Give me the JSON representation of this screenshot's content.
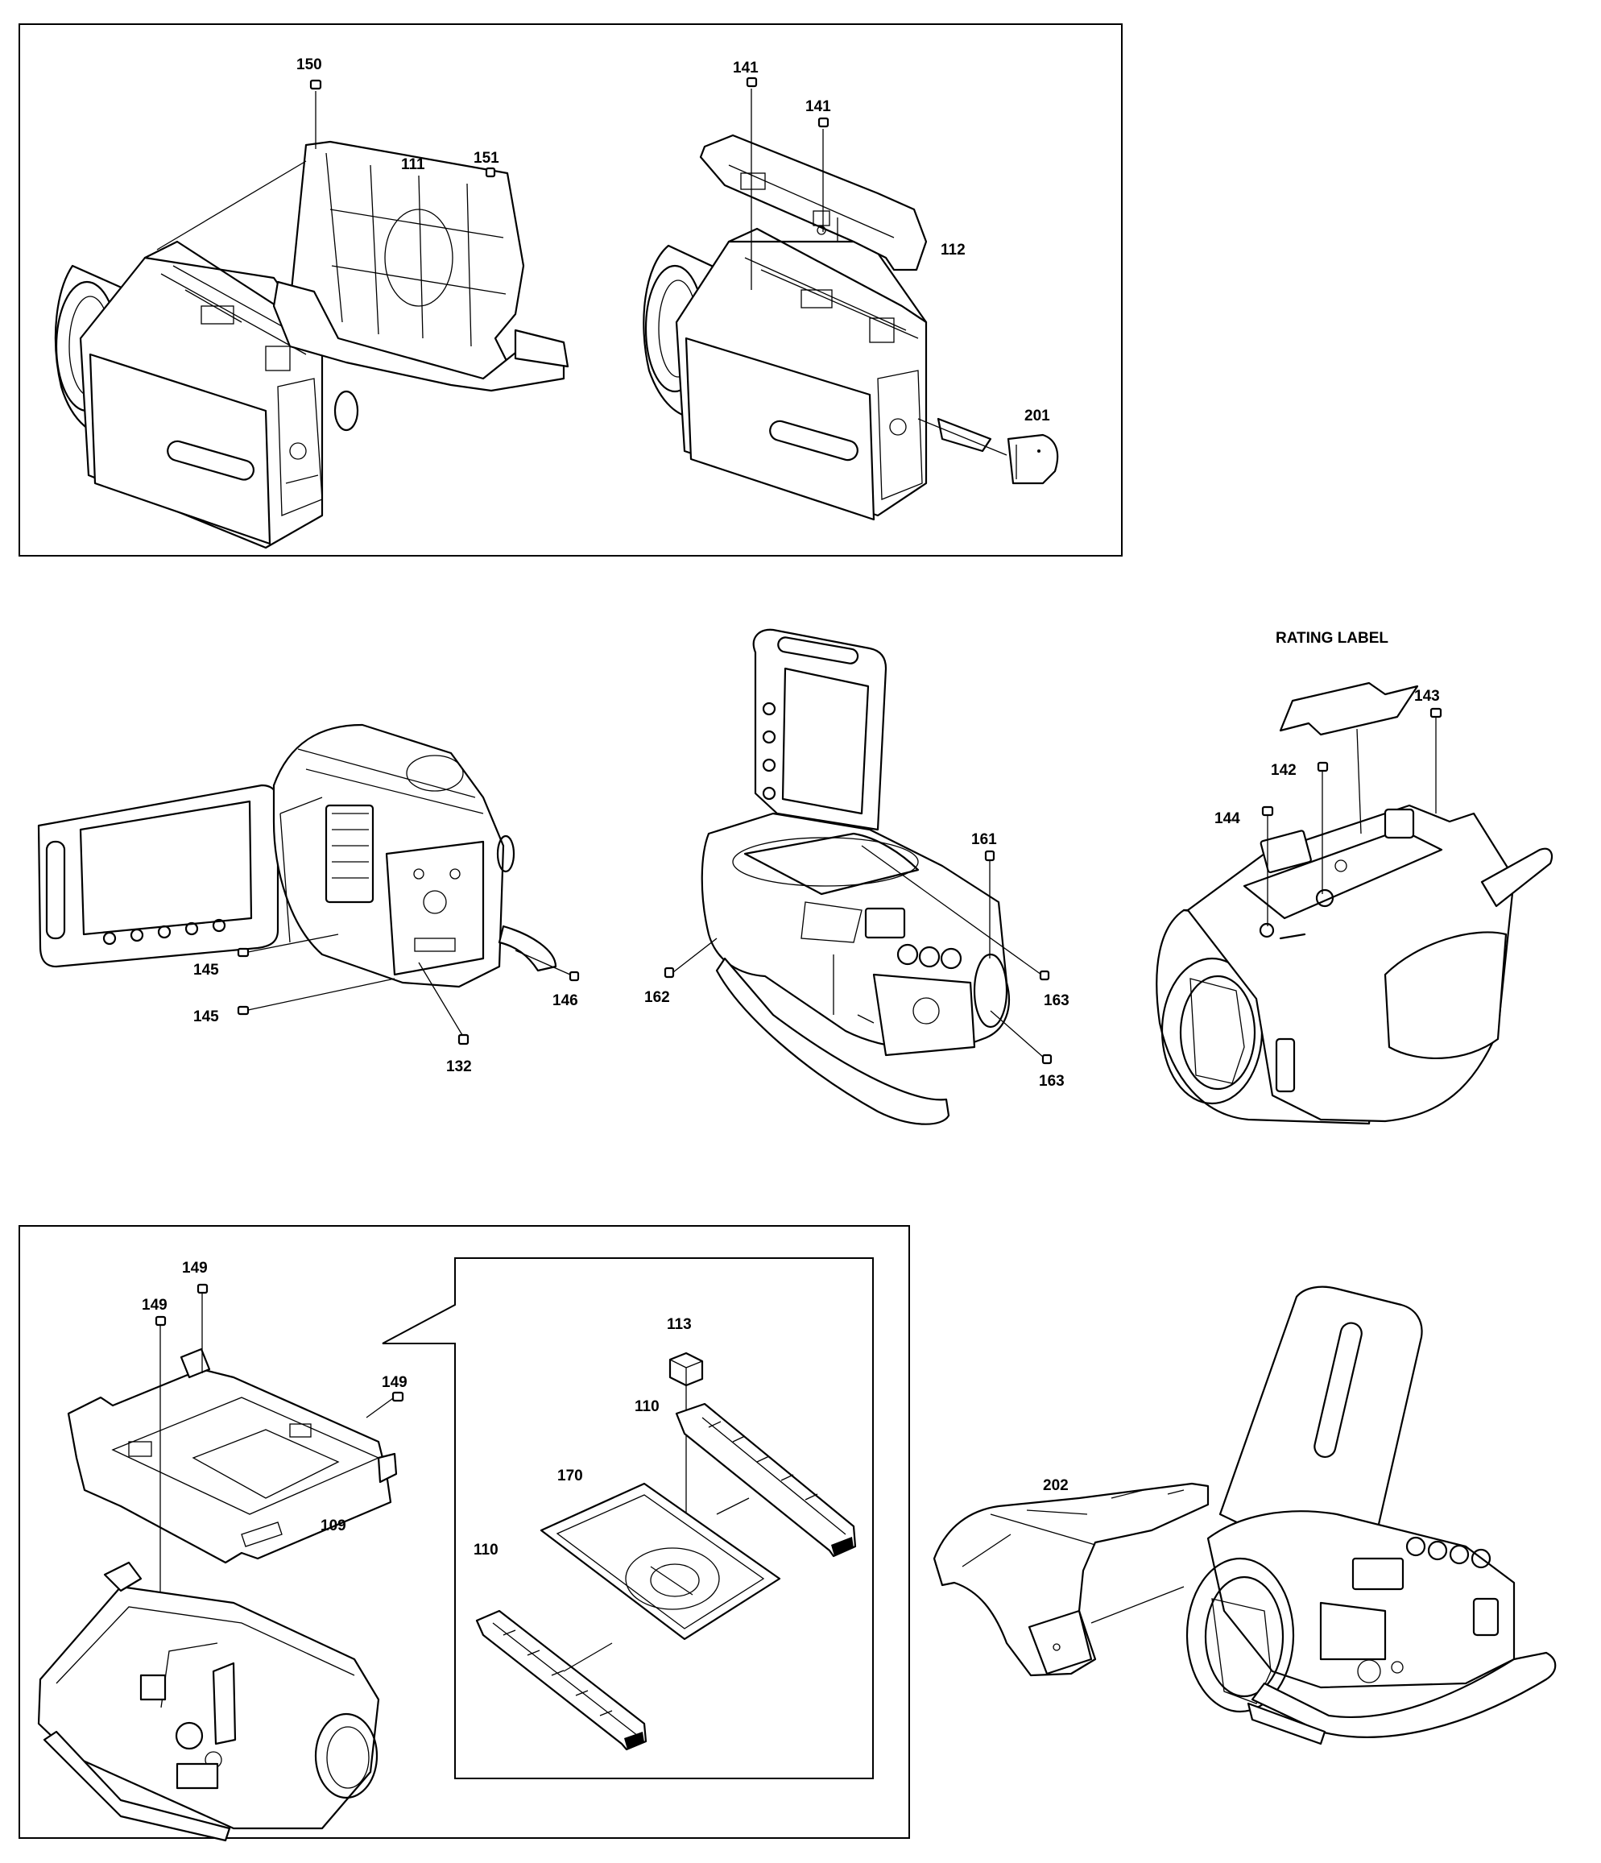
{
  "callouts": {
    "c150": "150",
    "c111": "111",
    "c151": "151",
    "c141a": "141",
    "c141b": "141",
    "c112": "112",
    "c201": "201",
    "c145a": "145",
    "c145b": "145",
    "c146": "146",
    "c132": "132",
    "c161": "161",
    "c162": "162",
    "c163a": "163",
    "c163b": "163",
    "rating_label": "RATING LABEL",
    "c143": "143",
    "c142": "142",
    "c144": "144",
    "c149a": "149",
    "c149b": "149",
    "c149c": "149",
    "c109": "109",
    "c113": "113",
    "c110a": "110",
    "c170": "170",
    "c110b": "110",
    "c202": "202"
  }
}
